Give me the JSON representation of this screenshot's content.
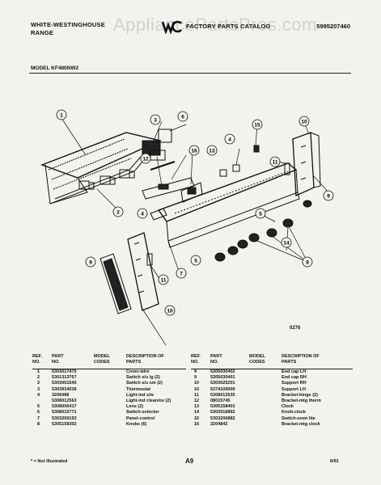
{
  "header": {
    "brand_line1": "WHITE-WESTINGHOUSE",
    "brand_line2": "RANGE",
    "catalog_title": "FACTORY PARTS CATALOG",
    "catalog_number": "5995207460",
    "watermark": "AppliancePartsPros.com"
  },
  "model_label": "MODEL KF480NW2",
  "figure_number": "0276",
  "callouts": [
    "1",
    "2",
    "3",
    "4",
    "5",
    "6",
    "7",
    "8",
    "9",
    "10",
    "11",
    "12",
    "13",
    "14",
    "15",
    "16"
  ],
  "table_headers": {
    "ref_no": "REF. NO.",
    "part_no": "PART NO.",
    "model_codes": "MODEL CODES",
    "description": "DESCRIPTION OF PARTS"
  },
  "parts_left": [
    {
      "ref": "1",
      "part": "5303017470",
      "desc": "Cover-wire"
    },
    {
      "ref": "2",
      "part": "5301313767",
      "desc": "Switch s/u lg (2)"
    },
    {
      "ref": "2",
      "part": "5303051540",
      "desc": "Switch s/u sm (2)"
    },
    {
      "ref": "3",
      "part": "5303934039",
      "desc": "Thermostat"
    },
    {
      "ref": "4",
      "part": "3206088",
      "desc": "Light-ind s/w"
    },
    {
      "ref": "",
      "part": "5308012563",
      "desc": "Light-ind clean/ov (2)"
    },
    {
      "ref": "5",
      "part": "5308006417",
      "desc": "Lens (2)"
    },
    {
      "ref": "6",
      "part": "5308015771",
      "desc": "Switch-selector"
    },
    {
      "ref": "7",
      "part": "5303209193",
      "desc": "Panel-control"
    },
    {
      "ref": "8",
      "part": "5305158302",
      "desc": "Knobs (6)"
    }
  ],
  "parts_right": [
    {
      "ref": "9",
      "part": "5305030402",
      "desc": "End cap LH"
    },
    {
      "ref": "9",
      "part": "5305030401",
      "desc": "End cap RH"
    },
    {
      "ref": "10",
      "part": "5303025201",
      "desc": "Support RH"
    },
    {
      "ref": "10",
      "part": "5374109000",
      "desc": "Support LH"
    },
    {
      "ref": "11",
      "part": "5308012535",
      "desc": "Bracket-hinge (2)"
    },
    {
      "ref": "12",
      "part": "08015745",
      "desc": "Bracket-mtg therm"
    },
    {
      "ref": "13",
      "part": "5305158401",
      "desc": "Clock"
    },
    {
      "ref": "14",
      "part": "5303016892",
      "desc": "Knob-clock"
    },
    {
      "ref": "15",
      "part": "5303206882",
      "desc": "Switch-oven lite"
    },
    {
      "ref": "16",
      "part": "3204842",
      "desc": "Bracket-mtg clock"
    }
  ],
  "footer": {
    "note": "* = Not Illustrated",
    "page": "A9",
    "date": "6/91"
  }
}
